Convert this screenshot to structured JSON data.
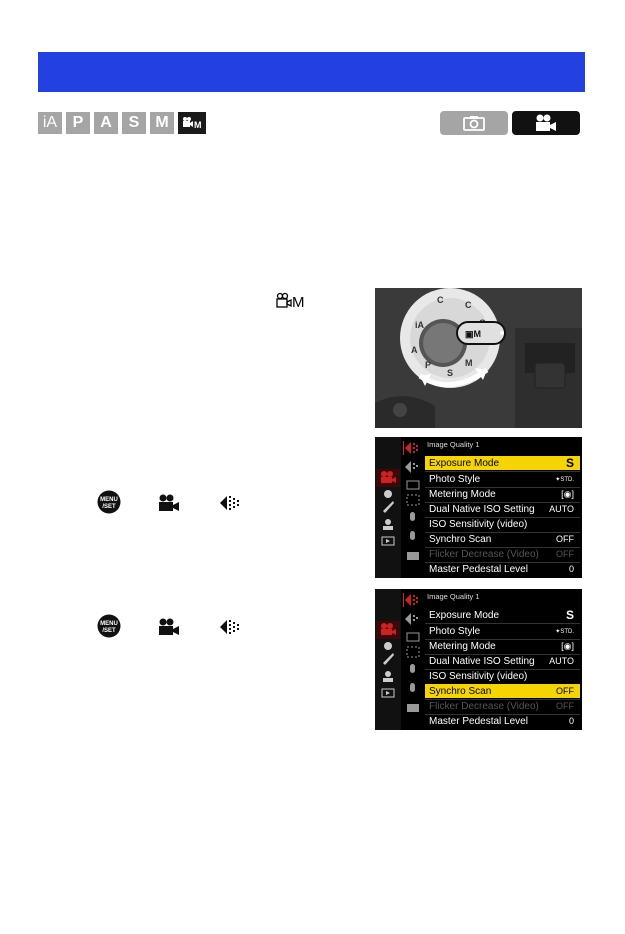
{
  "modes": [
    "iA",
    "P",
    "A",
    "S",
    "M"
  ],
  "menu": {
    "header": "Image Quality 1",
    "items": [
      {
        "label": "Exposure Mode",
        "value": "S"
      },
      {
        "label": "Photo Style",
        "value": ""
      },
      {
        "label": "Metering Mode",
        "value": ""
      },
      {
        "label": "Dual Native ISO Setting",
        "value": "AUTO"
      },
      {
        "label": "ISO Sensitivity (video)",
        "value": ""
      },
      {
        "label": "Synchro Scan",
        "value": "OFF"
      },
      {
        "label": "Flicker Decrease (Video)",
        "value": "OFF"
      },
      {
        "label": "Master Pedestal Level",
        "value": "0"
      }
    ]
  },
  "colors": {
    "title_bar": "#2341e0",
    "highlight": "#f5d400",
    "accent_red": "#d02020"
  }
}
